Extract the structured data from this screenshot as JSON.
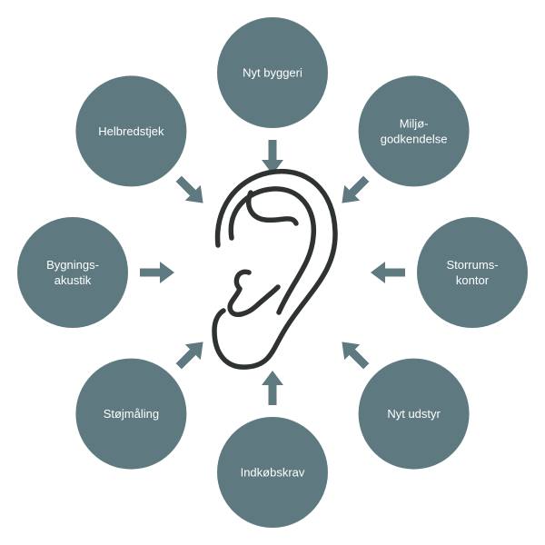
{
  "colors": {
    "node_fill": "#5e7a80",
    "arrow_fill": "#5e7a80",
    "ear_stroke": "#2f3233",
    "label_text": "#ffffff",
    "background": "#ffffff"
  },
  "center": {
    "icon": "ear-icon"
  },
  "nodes": [
    {
      "id": "nyt-byggeri",
      "lines": [
        "Nyt byggeri"
      ],
      "arrow_direction": "down"
    },
    {
      "id": "miljo-godkendelse",
      "lines": [
        "Miljø-",
        "godkendelse"
      ],
      "arrow_direction": "down-left"
    },
    {
      "id": "storrumskontor",
      "lines": [
        "Storrums-",
        "kontor"
      ],
      "arrow_direction": "left"
    },
    {
      "id": "nyt-udstyr",
      "lines": [
        "Nyt udstyr"
      ],
      "arrow_direction": "up-left"
    },
    {
      "id": "indkobskrav",
      "lines": [
        "Indkøbskrav"
      ],
      "arrow_direction": "up"
    },
    {
      "id": "stojmaling",
      "lines": [
        "Støjmåling"
      ],
      "arrow_direction": "up-right"
    },
    {
      "id": "bygningsakustik",
      "lines": [
        "Bygnings-",
        "akustik"
      ],
      "arrow_direction": "right"
    },
    {
      "id": "helbredstjek",
      "lines": [
        "Helbredstjek"
      ],
      "arrow_direction": "down-right"
    }
  ]
}
